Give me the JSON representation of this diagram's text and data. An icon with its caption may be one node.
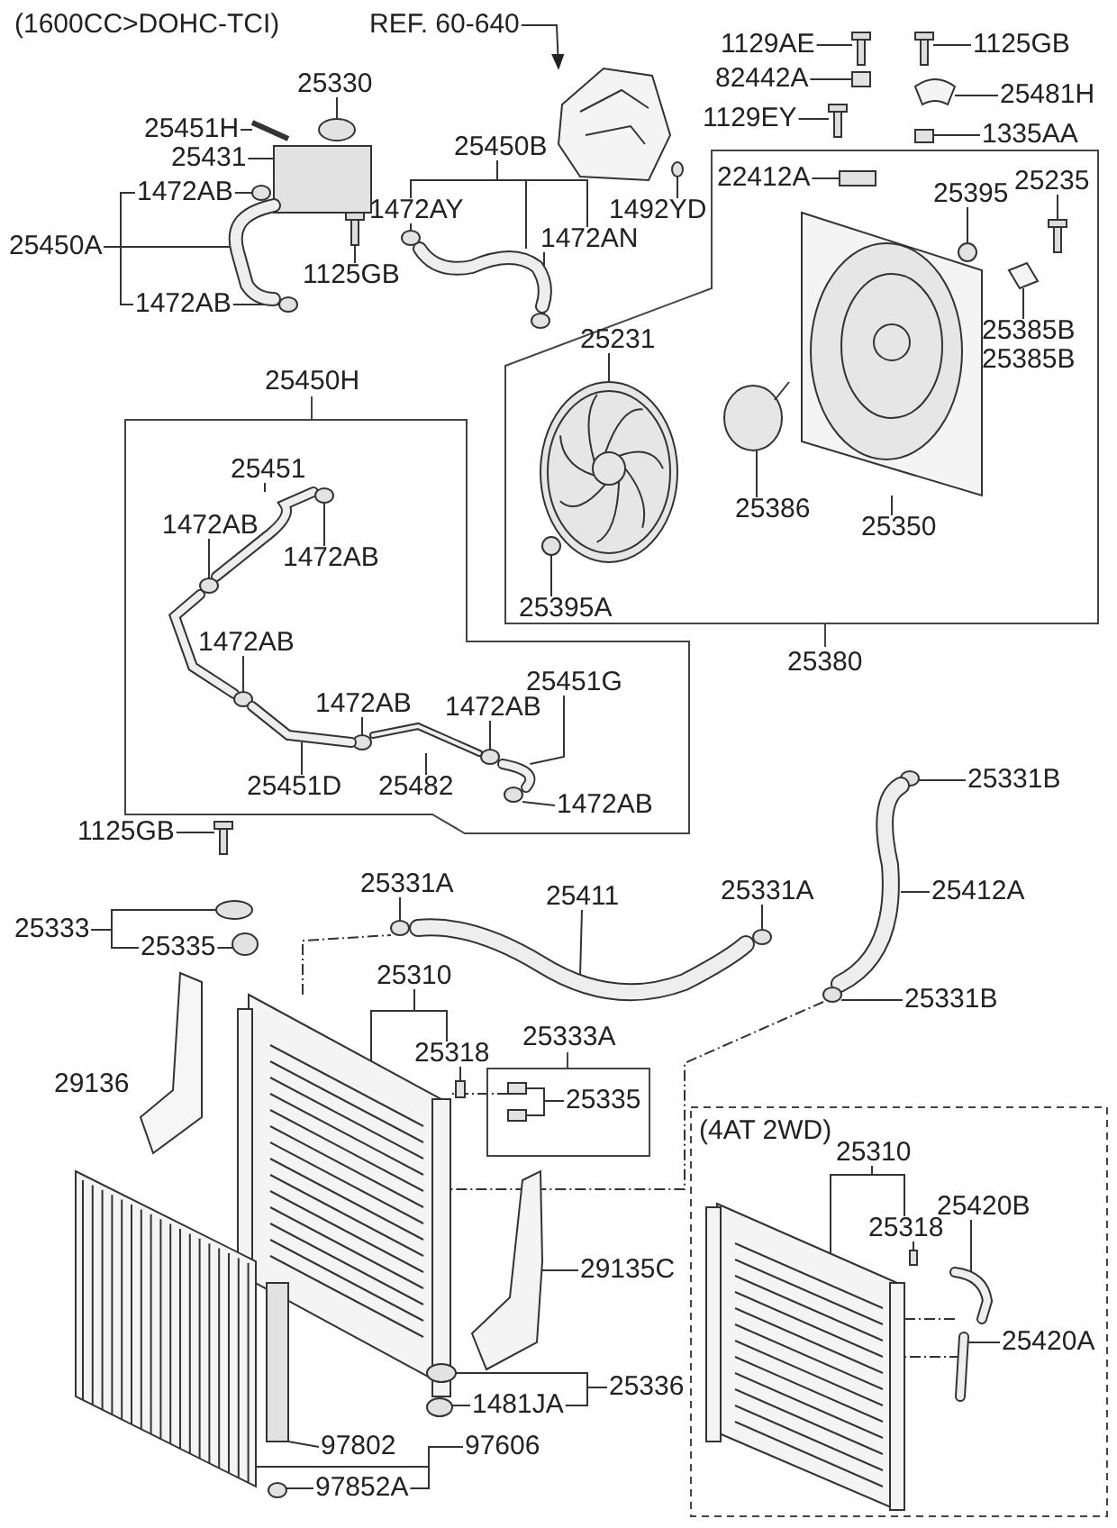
{
  "diagram": {
    "nodes": [
      {
        "text": [
          "REF. 60-640"
        ]
      },
      {
        "text": [
          "25330"
        ]
      },
      {
        "text": [
          "25451H"
        ]
      },
      {
        "text": [
          "25431"
        ]
      },
      {
        "text": [
          "25450A"
        ]
      },
      {
        "text": [
          "1472AB"
        ]
      },
      {
        "text": [
          "1125GB"
        ]
      },
      {
        "text": [
          "1472AB"
        ]
      },
      {
        "text": [
          "25450B"
        ]
      },
      {
        "text": [
          "1472AY"
        ]
      },
      {
        "text": [
          "1472AN"
        ]
      },
      {
        "text": [
          "1492YD"
        ]
      },
      {
        "text": [
          "1129AE"
        ]
      },
      {
        "text": [
          "82442A"
        ]
      },
      {
        "text": [
          "1129EY"
        ]
      },
      {
        "text": [
          "1125GB"
        ]
      },
      {
        "text": [
          "25481H"
        ]
      },
      {
        "text": [
          "1335AA"
        ]
      },
      {
        "text": [
          "25380"
        ]
      },
      {
        "text": [
          "22412A"
        ],
        "in": 18
      },
      {
        "text": [
          "25395"
        ],
        "in": 18
      },
      {
        "text": [
          "25235"
        ],
        "in": 18
      },
      {
        "text": [
          "25385B"
        ],
        "in": 18
      },
      {
        "text": [
          "25385B"
        ],
        "in": 18
      },
      {
        "text": [
          "25231"
        ],
        "in": 18
      },
      {
        "text": [
          "25386"
        ],
        "in": 18
      },
      {
        "text": [
          "25350"
        ],
        "in": 18
      },
      {
        "text": [
          "25395A"
        ],
        "in": 18
      },
      {
        "text": [
          "25450H"
        ]
      },
      {
        "text": [
          "25451"
        ],
        "in": 28
      },
      {
        "text": [
          "1472AB"
        ],
        "in": 28
      },
      {
        "text": [
          "1472AB"
        ],
        "in": 28
      },
      {
        "text": [
          "1472AB"
        ],
        "in": 28
      },
      {
        "text": [
          "1472AB"
        ],
        "in": 28
      },
      {
        "text": [
          "1472AB"
        ],
        "in": 28
      },
      {
        "text": [
          "25451G"
        ],
        "in": 28
      },
      {
        "text": [
          "25451D"
        ],
        "in": 28
      },
      {
        "text": [
          "25482"
        ],
        "in": 28
      },
      {
        "text": [
          "1472AB"
        ],
        "in": 28
      },
      {
        "text": [
          "1125GB"
        ]
      },
      {
        "text": [
          "25333"
        ]
      },
      {
        "text": [
          "25335"
        ]
      },
      {
        "text": [
          "25331A"
        ]
      },
      {
        "text": [
          "25411"
        ]
      },
      {
        "text": [
          "25310"
        ]
      },
      {
        "text": [
          "25318"
        ]
      },
      {
        "text": [
          "25333A"
        ]
      },
      {
        "text": [
          "25335"
        ],
        "in": 46
      },
      {
        "text": [
          "29135C"
        ]
      },
      {
        "text": [
          "25336"
        ]
      },
      {
        "text": [
          "1481JA"
        ]
      },
      {
        "text": [
          "97802"
        ]
      },
      {
        "text": [
          "97606"
        ]
      },
      {
        "text": [
          "97852A"
        ]
      },
      {
        "text": [
          "25331B"
        ]
      },
      {
        "text": [
          "25412A"
        ]
      },
      {
        "text": [
          "25331A"
        ]
      },
      {
        "text": [
          "25331B"
        ]
      },
      {
        "text": [
          "(4AT 2WD)"
        ]
      },
      {
        "text": [
          "25310"
        ],
        "in": 58
      },
      {
        "text": [
          "25318"
        ],
        "in": 58
      },
      {
        "text": [
          "25420B"
        ],
        "in": 58
      },
      {
        "text": [
          "25420A"
        ],
        "in": 58
      },
      {
        "text": [],
        "shape": "picture"
      },
      {
        "text": [],
        "shape": "circle"
      },
      {
        "text": [],
        "shape": "picture"
      },
      {
        "text": [],
        "shape": "box"
      },
      {
        "text": [],
        "shape": "picture"
      },
      {
        "text": [],
        "shape": "circle"
      },
      {
        "text": [],
        "shape": "picture"
      },
      {
        "text": [],
        "shape": "circle"
      },
      {
        "text": [],
        "shape": "picture"
      },
      {
        "text": [],
        "shape": "circle"
      },
      {
        "text": [],
        "shape": "circle"
      },
      {
        "text": [],
        "shape": "circle"
      },
      {
        "text": [],
        "shape": "picture"
      },
      {
        "text": [],
        "shape": "box"
      },
      {
        "text": [],
        "shape": "picture"
      },
      {
        "text": [],
        "shape": "picture"
      },
      {
        "text": [],
        "shape": "picture"
      },
      {
        "text": [],
        "shape": "box"
      },
      {
        "text": [],
        "shape": "box",
        "in": 18
      },
      {
        "text": [],
        "shape": "circle",
        "in": 18
      },
      {
        "text": [],
        "shape": "picture",
        "in": 18
      },
      {
        "text": [],
        "shape": "picture",
        "in": 18
      },
      {
        "text": [],
        "shape": "picture",
        "in": 18
      },
      {
        "text": [],
        "shape": "picture",
        "in": 18
      },
      {
        "text": [],
        "shape": "picture",
        "in": 18
      },
      {
        "text": [],
        "shape": "circle",
        "in": 18
      },
      {
        "text": [],
        "shape": "picture",
        "in": 28
      },
      {
        "text": [],
        "shape": "circle",
        "in": 28
      },
      {
        "text": [],
        "shape": "circle",
        "in": 28
      },
      {
        "text": [],
        "shape": "circle",
        "in": 28
      },
      {
        "text": [],
        "shape": "circle",
        "in": 28
      },
      {
        "text": [],
        "shape": "circle",
        "in": 28
      },
      {
        "text": [],
        "shape": "picture",
        "in": 28
      },
      {
        "text": [],
        "shape": "picture",
        "in": 28
      },
      {
        "text": [],
        "shape": "picture",
        "in": 28
      },
      {
        "text": [],
        "shape": "circle",
        "in": 28
      },
      {
        "text": [],
        "shape": "picture"
      },
      {
        "text": [],
        "shape": "circle"
      },
      {
        "text": [],
        "shape": "circle"
      },
      {
        "text": [],
        "shape": "circle"
      },
      {
        "text": [],
        "shape": "picture"
      },
      {
        "text": [],
        "shape": "picture"
      },
      {
        "text": [],
        "shape": "box"
      },
      {
        "text": [],
        "shape": "box",
        "in": 46
      },
      {
        "text": [],
        "shape": "box",
        "in": 46
      },
      {
        "text": [],
        "shape": "picture"
      },
      {
        "text": [],
        "shape": "circle"
      },
      {
        "text": [],
        "shape": "circle"
      },
      {
        "text": [],
        "shape": "box"
      },
      {
        "text": [],
        "shape": "picture"
      },
      {
        "text": [],
        "shape": "circle"
      },
      {
        "text": [],
        "shape": "circle"
      },
      {
        "text": [],
        "shape": "picture"
      },
      {
        "text": [],
        "shape": "circle"
      },
      {
        "text": [],
        "shape": "circle"
      },
      {
        "text": [],
        "shape": "picture",
        "in": 58
      },
      {
        "text": [],
        "shape": "box",
        "in": 58
      },
      {
        "text": [],
        "shape": "picture",
        "in": 58
      },
      {
        "text": [],
        "shape": "picture",
        "in": 58
      }
    ],
    "edges": [
      {
        "from": 0,
        "to": 63,
        "arrow": "to"
      },
      {
        "from": 1,
        "to": 64,
        "arrow": "none"
      },
      {
        "from": 2,
        "to": 65,
        "arrow": "none"
      },
      {
        "from": 3,
        "to": 66,
        "arrow": "none"
      },
      {
        "from": 4,
        "to": 5,
        "arrow": "none"
      },
      {
        "from": 4,
        "to": 67,
        "arrow": "none"
      },
      {
        "from": 4,
        "to": 7,
        "arrow": "none"
      },
      {
        "from": 5,
        "to": 68,
        "arrow": "none"
      },
      {
        "from": 6,
        "to": 69,
        "arrow": "none"
      },
      {
        "from": 7,
        "to": 70,
        "arrow": "none"
      },
      {
        "from": 8,
        "to": 9,
        "arrow": "none"
      },
      {
        "from": 8,
        "to": 71,
        "arrow": "none"
      },
      {
        "from": 8,
        "to": 10,
        "arrow": "none"
      },
      {
        "from": 9,
        "to": 72,
        "arrow": "none"
      },
      {
        "from": 10,
        "to": 73,
        "arrow": "none"
      },
      {
        "from": 11,
        "to": 74,
        "arrow": "none"
      },
      {
        "from": 12,
        "to": 75,
        "arrow": "none"
      },
      {
        "from": 13,
        "to": 76,
        "arrow": "none"
      },
      {
        "from": 14,
        "to": 77,
        "arrow": "none"
      },
      {
        "from": 15,
        "to": 78,
        "arrow": "none"
      },
      {
        "from": 16,
        "to": 79,
        "arrow": "none"
      },
      {
        "from": 17,
        "to": 80,
        "arrow": "none"
      },
      {
        "from": 19,
        "to": 81,
        "arrow": "none"
      },
      {
        "from": 20,
        "to": 82,
        "arrow": "none"
      },
      {
        "from": 21,
        "to": 83,
        "arrow": "none"
      },
      {
        "from": 22,
        "to": 84,
        "arrow": "none"
      },
      {
        "from": 24,
        "to": 85,
        "arrow": "none"
      },
      {
        "from": 25,
        "to": 86,
        "arrow": "none"
      },
      {
        "from": 26,
        "to": 87,
        "arrow": "none"
      },
      {
        "from": 27,
        "to": 88,
        "arrow": "none"
      },
      {
        "from": 29,
        "to": 89,
        "arrow": "none"
      },
      {
        "from": 30,
        "to": 90,
        "arrow": "none"
      },
      {
        "from": 31,
        "to": 91,
        "arrow": "none"
      },
      {
        "from": 32,
        "to": 92,
        "arrow": "none"
      },
      {
        "from": 33,
        "to": 93,
        "arrow": "none"
      },
      {
        "from": 34,
        "to": 94,
        "arrow": "none"
      },
      {
        "from": 35,
        "to": 95,
        "arrow": "none"
      },
      {
        "from": 36,
        "to": 96,
        "arrow": "none"
      },
      {
        "from": 37,
        "to": 97,
        "arrow": "none"
      },
      {
        "from": 38,
        "to": 98,
        "arrow": "none"
      },
      {
        "from": 39,
        "to": 99,
        "arrow": "none"
      },
      {
        "from": 40,
        "to": 100,
        "arrow": "none"
      },
      {
        "from": 40,
        "to": 41,
        "arrow": "none"
      },
      {
        "from": 41,
        "to": 101,
        "arrow": "none"
      },
      {
        "from": 42,
        "to": 102,
        "arrow": "none"
      },
      {
        "from": 43,
        "to": 103,
        "arrow": "none"
      },
      {
        "from": 44,
        "to": 104,
        "arrow": "none"
      },
      {
        "from": 44,
        "to": 45,
        "arrow": "none"
      },
      {
        "from": 45,
        "to": 105,
        "arrow": "none"
      },
      {
        "from": 47,
        "to": 106,
        "arrow": "none"
      },
      {
        "from": 47,
        "to": 107,
        "arrow": "none"
      },
      {
        "from": 48,
        "to": 108,
        "arrow": "none"
      },
      {
        "from": 49,
        "to": 109,
        "arrow": "none"
      },
      {
        "from": 49,
        "to": 50,
        "arrow": "none"
      },
      {
        "from": 50,
        "to": 110,
        "arrow": "none"
      },
      {
        "from": 51,
        "to": 111,
        "arrow": "none"
      },
      {
        "from": 52,
        "to": 112,
        "arrow": "none"
      },
      {
        "from": 52,
        "to": 53,
        "arrow": "none"
      },
      {
        "from": 53,
        "to": 113,
        "arrow": "none"
      },
      {
        "from": 54,
        "to": 114,
        "arrow": "none"
      },
      {
        "from": 55,
        "to": 115,
        "arrow": "none"
      },
      {
        "from": 56,
        "to": 116,
        "arrow": "none"
      },
      {
        "from": 57,
        "to": 117,
        "arrow": "none"
      },
      {
        "from": 59,
        "to": 118,
        "arrow": "none"
      },
      {
        "from": 59,
        "to": 60,
        "arrow": "none"
      },
      {
        "from": 60,
        "to": 119,
        "arrow": "none"
      },
      {
        "from": 61,
        "to": 120,
        "arrow": "none"
      },
      {
        "from": 62,
        "to": 121,
        "arrow": "none"
      },
      {
        "from": 104,
        "to": 102,
        "arrow": "none",
        "style": "dashed"
      },
      {
        "from": 117,
        "to": 104,
        "arrow": "none",
        "style": "dashed"
      },
      {
        "from": 106,
        "to": 104,
        "arrow": "none",
        "style": "dashed"
      },
      {
        "from": 121,
        "to": 118,
        "arrow": "none",
        "style": "dashed"
      },
      {
        "from": 120,
        "to": 118,
        "arrow": "none",
        "style": "dashed"
      }
    ],
    "labels": [
      "(1600CC>DOHC-TCI)",
      "29136"
    ]
  }
}
